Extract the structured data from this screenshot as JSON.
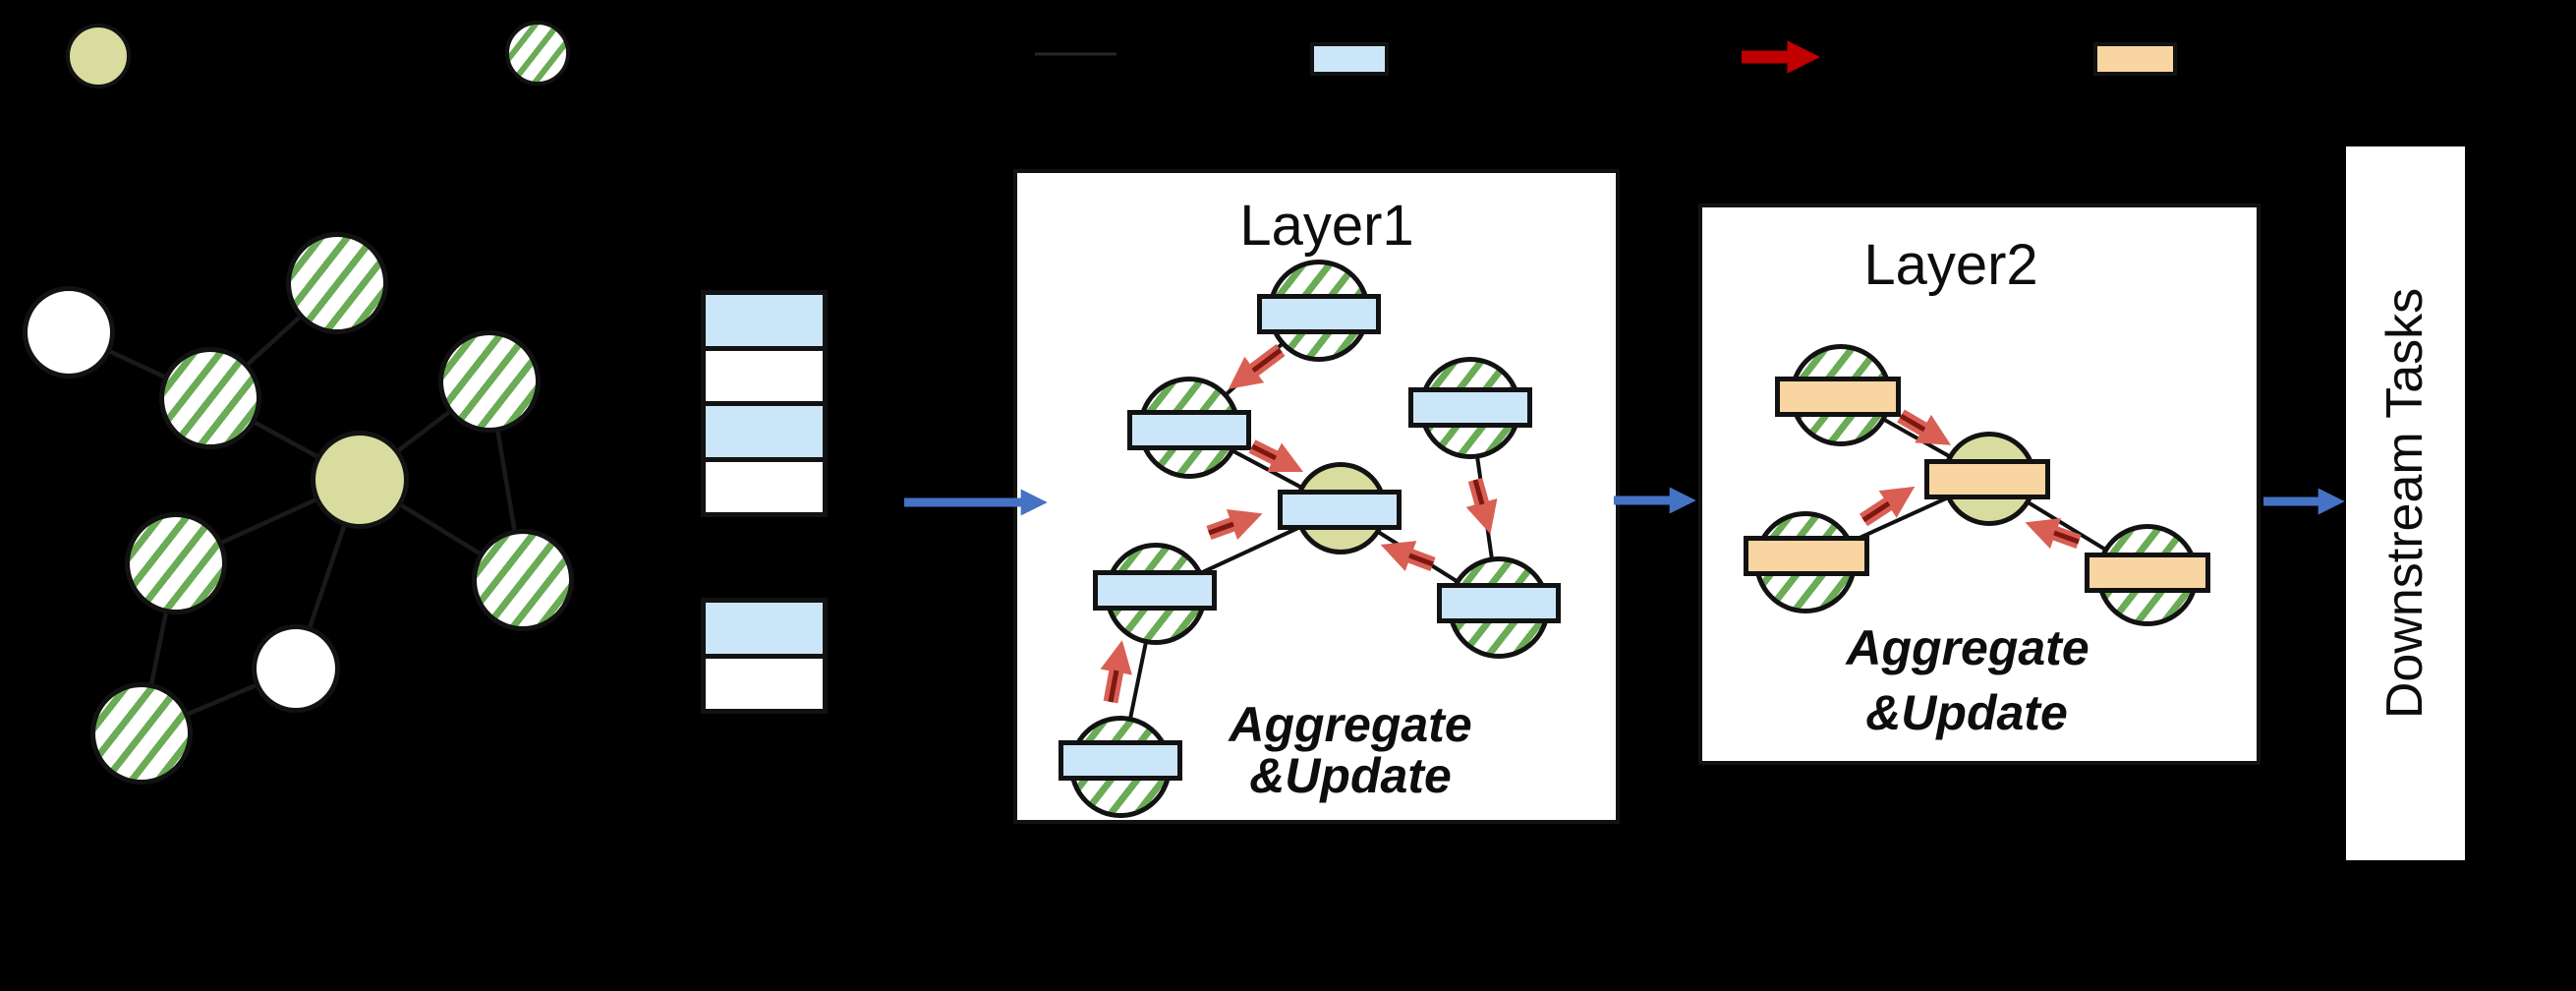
{
  "colors": {
    "background": "#000000",
    "box_fill": "#ffffff",
    "node_border": "#121212",
    "node_olive": "#d9dc9f",
    "node_white": "#ffffff",
    "hatch_green": "#6aab55",
    "chip_blue": "#cbe6f9",
    "chip_orange": "#f9d5a1",
    "arrow_blue": "#4472c4",
    "legend_red": "#c00000",
    "msg_red": "#d95f54",
    "msg_core": "#7d1710",
    "edge_dark": "#1a1a1a",
    "inner_edge": "#111111",
    "legend_edge": "#262626",
    "text": "#0d0d0d"
  },
  "legend": {
    "items": [
      {
        "icon": "target-node-swatch"
      },
      {
        "icon": "hatched-node-swatch"
      },
      {
        "icon": "edge-line-swatch"
      },
      {
        "icon": "blue-feature-swatch"
      },
      {
        "icon": "red-message-arrow-swatch"
      },
      {
        "icon": "orange-feature-swatch"
      }
    ]
  },
  "layer1": {
    "title": "Layer1",
    "caption_line1": "Aggregate",
    "caption_line2": "&Update"
  },
  "layer2": {
    "title": "Layer2",
    "caption_line1": "Aggregate",
    "caption_line2": "&Update"
  },
  "downstream": {
    "label": "Downstream Tasks"
  }
}
